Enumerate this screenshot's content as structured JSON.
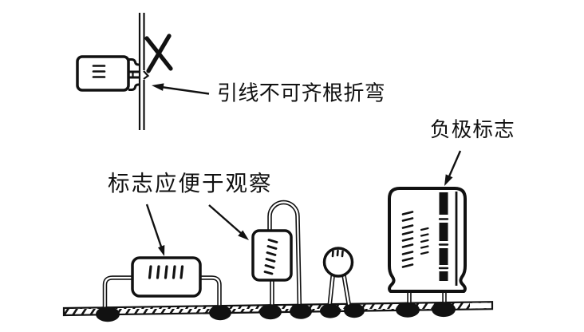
{
  "colors": {
    "background": "#ffffff",
    "ink": "#111111"
  },
  "labels": {
    "lead_bend_warning": "引线不可齐根折弯",
    "marking_visibility": "标志应便于观察",
    "negative_pole": "负极标志"
  },
  "icons": {
    "wrong_cross": "x-cross-mark",
    "solder_joint": "black-solder-bump",
    "board": "diagonal-hatched-pcb-strip",
    "negative_stripe": "segmented-black-stripe-with-minus-marks"
  }
}
